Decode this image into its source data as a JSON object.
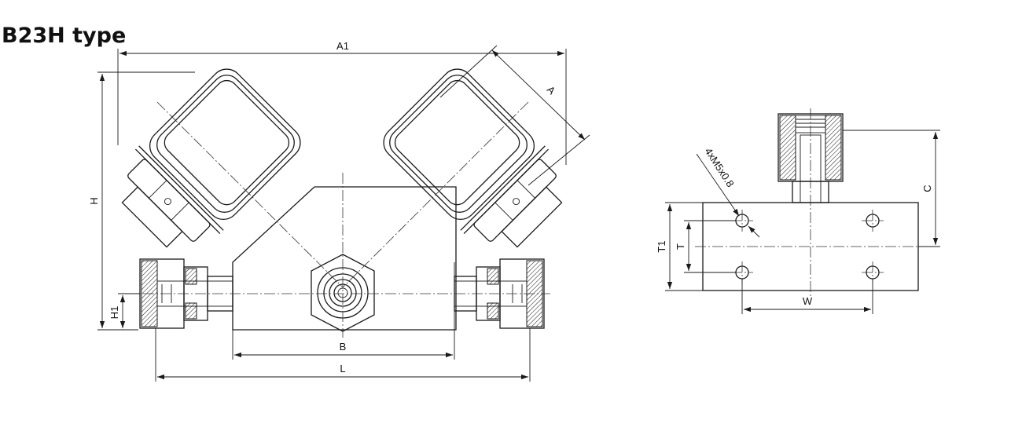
{
  "title": "B23H type",
  "dimensions": {
    "a1": "A1",
    "a": "A",
    "h": "H",
    "h1": "H1",
    "b": "B",
    "l": "L",
    "c": "C",
    "t1": "T1",
    "t": "T",
    "w": "W",
    "thread": "4xM5x0.8"
  }
}
